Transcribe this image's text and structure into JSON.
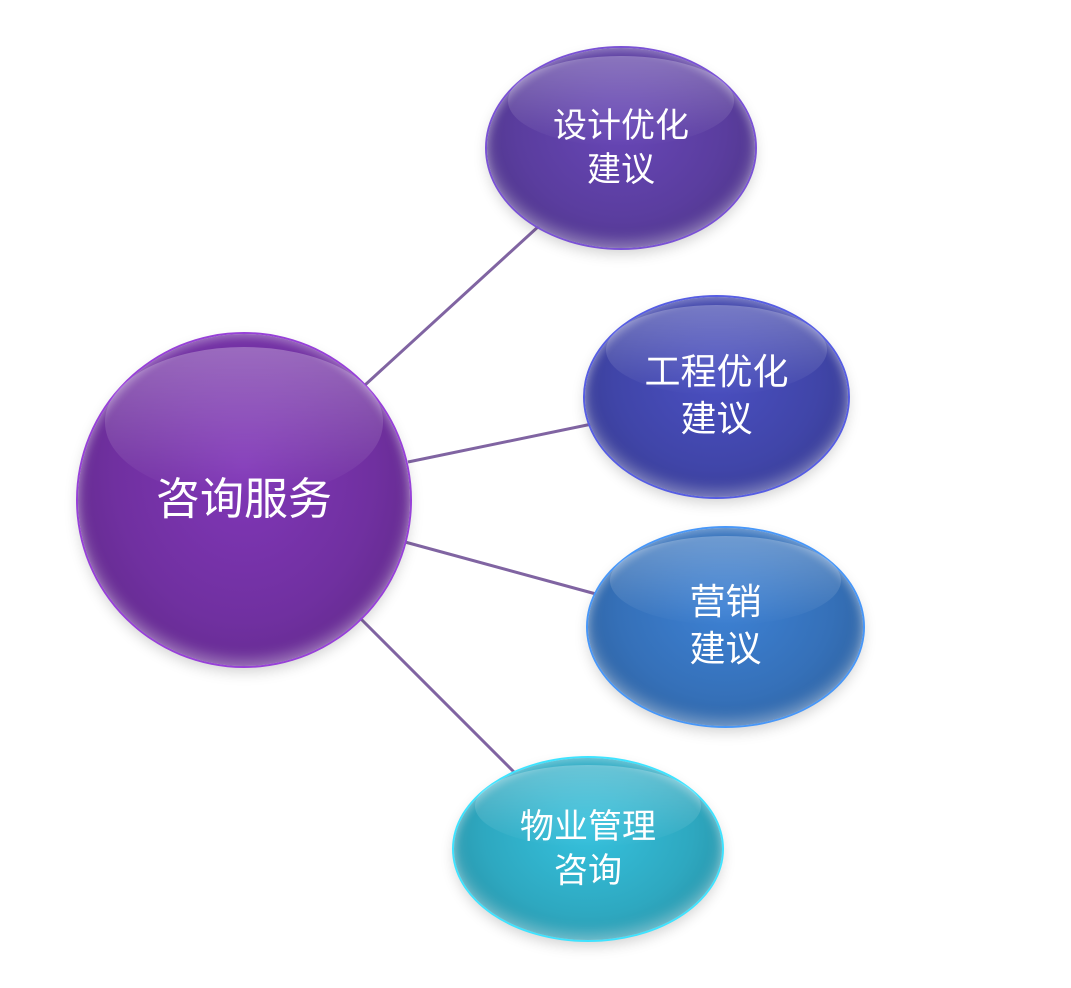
{
  "center": {
    "label": "咨询服务",
    "color": "#7030a0"
  },
  "branches": [
    {
      "lines": [
        "设计优化",
        "建议"
      ],
      "color": "#5a3d9e"
    },
    {
      "lines": [
        "工程优化",
        "建议"
      ],
      "color": "#4045a8"
    },
    {
      "lines": [
        "营销",
        "建议"
      ],
      "color": "#3570b8"
    },
    {
      "lines": [
        "物业管理",
        "咨询"
      ],
      "color": "#2ea8c0"
    }
  ],
  "connector_color": "#8064a2"
}
